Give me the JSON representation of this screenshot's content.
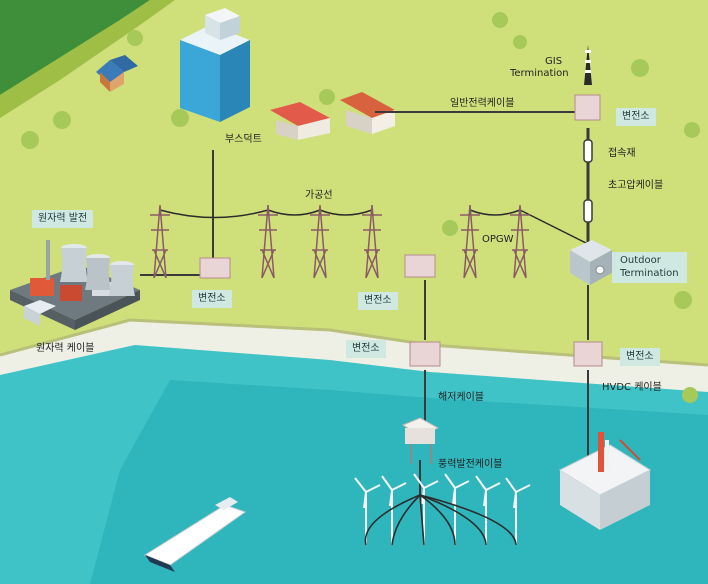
{
  "labels": {
    "nuclear_plant": "원자력 발전",
    "nuclear_cable": "원자력 케이블",
    "bus_duct": "부스덕트",
    "overhead_line": "가공선",
    "general_power_cable": "일반전력케이블",
    "gis_termination_line1": "GIS",
    "gis_termination_line2": "Termination",
    "substation_top_right": "변전소",
    "joint": "접속재",
    "ultra_high_voltage_cable": "초고압케이블",
    "opgw": "OPGW",
    "outdoor_termination_line1": "Outdoor",
    "outdoor_termination_line2": "Termination",
    "substation_left": "변전소",
    "substation_middle": "변전소",
    "substation_shore": "변전소",
    "substation_right_shore": "변전소",
    "submarine_cable": "해저케이블",
    "hvdc_cable": "HVDC 케이블",
    "wind_power_cable": "풍력발전케이블"
  },
  "colors": {
    "land": "#cfe07a",
    "land_edge": "#9fbe45",
    "shore": "#eef0e6",
    "sea": "#3fc3c7",
    "sea_deep": "#22a9b2",
    "cable": "#3a3a3a",
    "tag_bg": "#cfe8e2",
    "tower": "#8c5a66"
  }
}
